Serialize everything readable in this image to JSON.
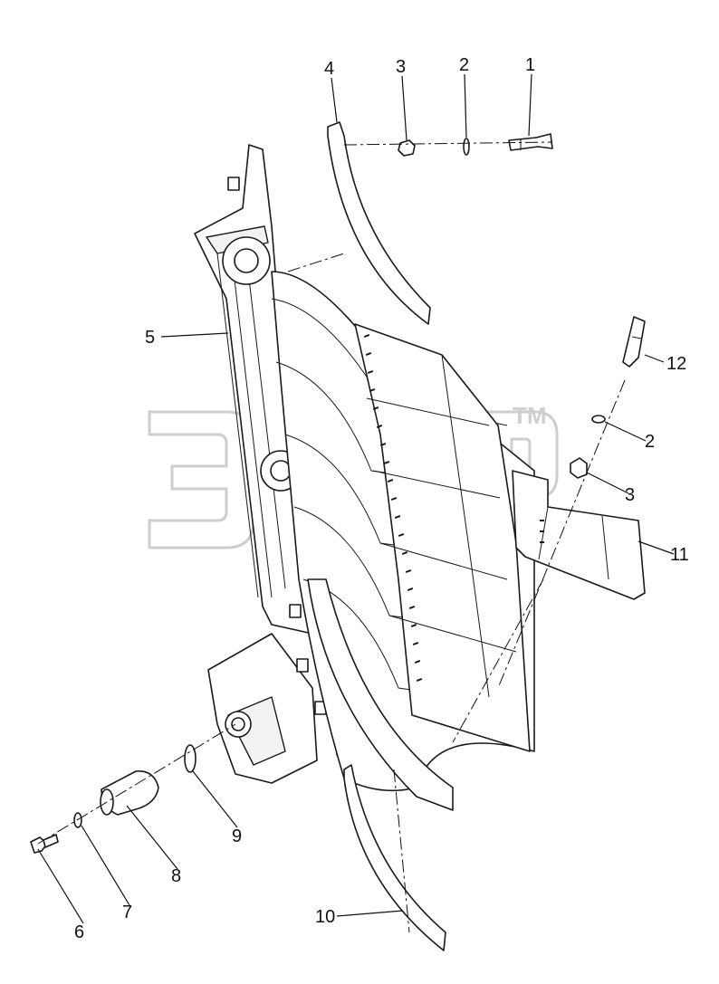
{
  "watermark": {
    "logo_text": "ЭЛСП",
    "trademark": "TM",
    "color": "#bdbdbd"
  },
  "callouts": [
    {
      "id": "1",
      "label": "1"
    },
    {
      "id": "2a",
      "label": "2"
    },
    {
      "id": "3a",
      "label": "3"
    },
    {
      "id": "4",
      "label": "4"
    },
    {
      "id": "5",
      "label": "5"
    },
    {
      "id": "6",
      "label": "6"
    },
    {
      "id": "7",
      "label": "7"
    },
    {
      "id": "8",
      "label": "8"
    },
    {
      "id": "9",
      "label": "9"
    },
    {
      "id": "10",
      "label": "10"
    },
    {
      "id": "11",
      "label": "11"
    },
    {
      "id": "12",
      "label": "12"
    },
    {
      "id": "2b",
      "label": "2"
    },
    {
      "id": "3b",
      "label": "3"
    }
  ],
  "parts": [
    {
      "name": "bolt",
      "icon": "bolt-icon"
    },
    {
      "name": "washer",
      "icon": "washer-icon"
    },
    {
      "name": "nut",
      "icon": "nut-icon"
    },
    {
      "name": "curved-strip-upper",
      "icon": "curved-strip-icon"
    },
    {
      "name": "frame",
      "icon": "frame-icon"
    },
    {
      "name": "screw",
      "icon": "screw-icon"
    },
    {
      "name": "washer-small",
      "icon": "washer-icon"
    },
    {
      "name": "bushing",
      "icon": "bushing-icon"
    },
    {
      "name": "ring",
      "icon": "ring-icon"
    },
    {
      "name": "curved-strip-lower",
      "icon": "curved-strip-icon"
    },
    {
      "name": "plate",
      "icon": "plate-icon"
    },
    {
      "name": "bolt-long",
      "icon": "bolt-icon"
    }
  ]
}
